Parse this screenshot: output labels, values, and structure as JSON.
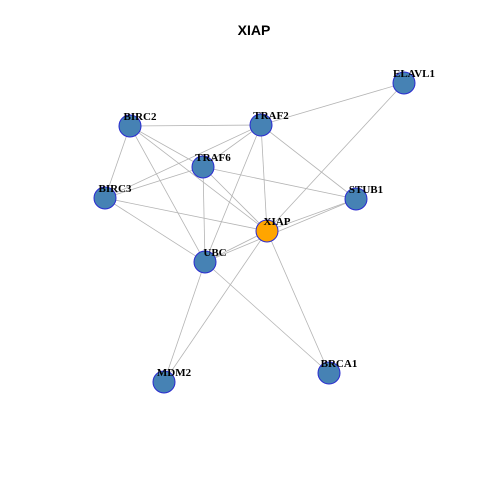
{
  "title": "XIAP",
  "colors": {
    "default_node": "#4682b4",
    "focus_node": "#ffa500",
    "node_border": "#2a2ad0",
    "edge": "#b4b4b4"
  },
  "nodes": [
    {
      "id": "ELAVL1",
      "label": "ELAVL1",
      "focus": false
    },
    {
      "id": "BIRC2",
      "label": "BIRC2",
      "focus": false
    },
    {
      "id": "TRAF2",
      "label": "TRAF2",
      "focus": false
    },
    {
      "id": "TRAF6",
      "label": "TRAF6",
      "focus": false
    },
    {
      "id": "BIRC3",
      "label": "BIRC3",
      "focus": false
    },
    {
      "id": "STUB1",
      "label": "STUB1",
      "focus": false
    },
    {
      "id": "XIAP",
      "label": "XIAP",
      "focus": true
    },
    {
      "id": "UBC",
      "label": "UBC",
      "focus": false
    },
    {
      "id": "MDM2",
      "label": "MDM2",
      "focus": false
    },
    {
      "id": "BRCA1",
      "label": "BRCA1",
      "focus": false
    }
  ],
  "edges": [
    [
      "ELAVL1",
      "TRAF2"
    ],
    [
      "ELAVL1",
      "XIAP"
    ],
    [
      "BIRC2",
      "TRAF2"
    ],
    [
      "BIRC2",
      "TRAF6"
    ],
    [
      "BIRC2",
      "BIRC3"
    ],
    [
      "BIRC2",
      "UBC"
    ],
    [
      "BIRC2",
      "XIAP"
    ],
    [
      "TRAF2",
      "TRAF6"
    ],
    [
      "TRAF2",
      "BIRC3"
    ],
    [
      "TRAF2",
      "STUB1"
    ],
    [
      "TRAF2",
      "XIAP"
    ],
    [
      "TRAF2",
      "UBC"
    ],
    [
      "TRAF6",
      "BIRC3"
    ],
    [
      "TRAF6",
      "STUB1"
    ],
    [
      "TRAF6",
      "XIAP"
    ],
    [
      "TRAF6",
      "UBC"
    ],
    [
      "BIRC3",
      "XIAP"
    ],
    [
      "BIRC3",
      "UBC"
    ],
    [
      "STUB1",
      "XIAP"
    ],
    [
      "STUB1",
      "UBC"
    ],
    [
      "XIAP",
      "UBC"
    ],
    [
      "XIAP",
      "MDM2"
    ],
    [
      "XIAP",
      "BRCA1"
    ],
    [
      "UBC",
      "MDM2"
    ],
    [
      "UBC",
      "BRCA1"
    ]
  ]
}
